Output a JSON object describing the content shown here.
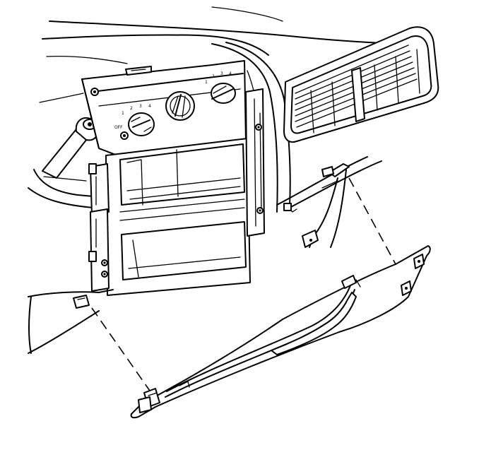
{
  "figure": {
    "kind": "exploded-view line drawing",
    "subject": "instrument panel trim / lower cover removal",
    "colors": {
      "line": "#000000",
      "background": "#ffffff"
    }
  },
  "hvac_controls": {
    "fan_scale": [
      "1",
      "2",
      "3",
      "4"
    ],
    "fan_off_text": "OFF",
    "temp_scale": [
      "1",
      "2",
      "3",
      "4"
    ]
  }
}
